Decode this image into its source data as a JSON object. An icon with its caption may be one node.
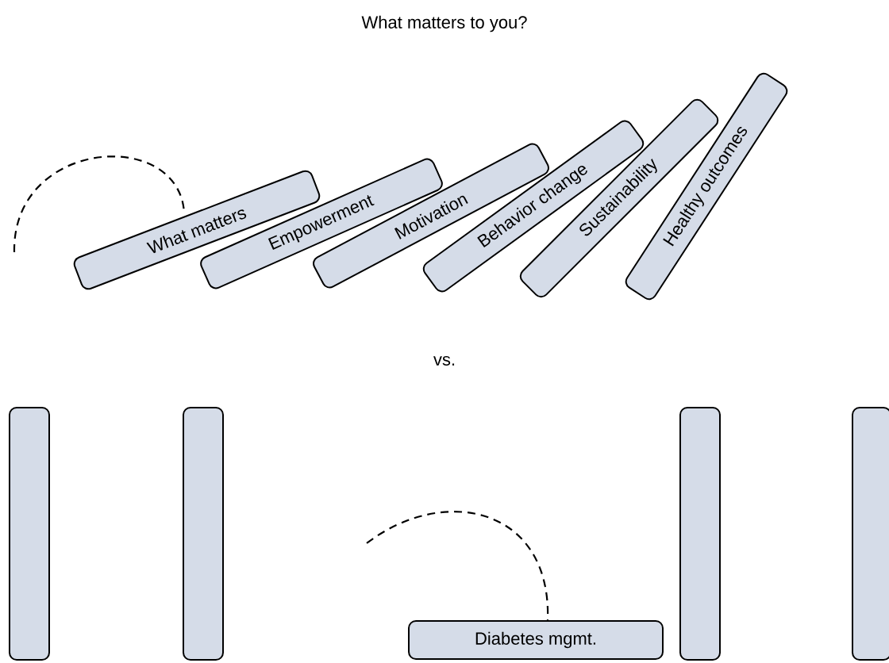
{
  "diagram": {
    "title": "What matters to you?",
    "nodes": [
      {
        "text": [
          "What matters"
        ]
      },
      {
        "text": [
          "Empowerment"
        ]
      },
      {
        "text": [
          "Motivation"
        ]
      },
      {
        "text": [
          "Behavior change"
        ]
      },
      {
        "text": [
          "Sustainability"
        ]
      },
      {
        "text": [
          "Healthy outcomes"
        ]
      },
      {
        "text": [],
        "shape": "bar"
      },
      {
        "text": [],
        "shape": "bar"
      },
      {
        "text": [
          "Diabetes mgmt."
        ]
      },
      {
        "text": [],
        "shape": "bar"
      },
      {
        "text": [],
        "shape": "bar"
      }
    ],
    "labels": [
      "vs."
    ]
  }
}
